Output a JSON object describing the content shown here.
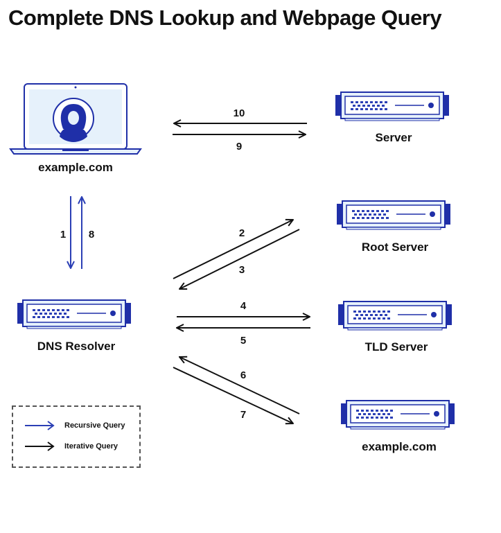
{
  "title": "Complete DNS Lookup and Webpage Query",
  "colors": {
    "recursive": "#2b3fb5",
    "iterative": "#111111",
    "device_fill": "#e6f1fb",
    "device_dark": "#1f2fa8"
  },
  "nodes": {
    "client": {
      "label": "example.com",
      "icon": "laptop-user-icon"
    },
    "server": {
      "label": "Server",
      "icon": "server-icon"
    },
    "root": {
      "label": "Root Server",
      "icon": "server-icon"
    },
    "resolver": {
      "label": "DNS Resolver",
      "icon": "server-icon"
    },
    "tld": {
      "label": "TLD Server",
      "icon": "server-icon"
    },
    "authoritative": {
      "label": "example.com",
      "icon": "server-icon"
    }
  },
  "steps": [
    "1",
    "2",
    "3",
    "4",
    "5",
    "6",
    "7",
    "8",
    "9",
    "10"
  ],
  "legend": {
    "recursive": "Recursive Query",
    "iterative": "Iterative Query"
  }
}
